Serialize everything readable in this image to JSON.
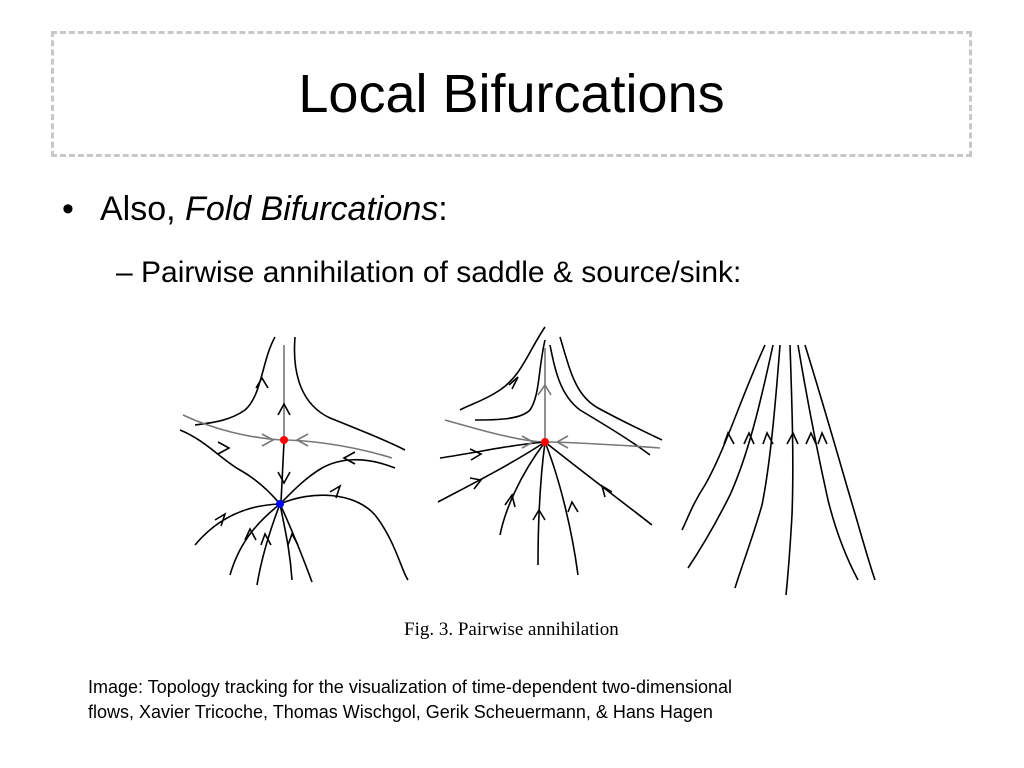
{
  "slide": {
    "title": "Local Bifurcations",
    "bullet1": {
      "marker": "•",
      "prefix": "Also, ",
      "emphasis": "Fold Bifurcations",
      "suffix": ":"
    },
    "bullet2": {
      "text": "– Pairwise annihilation of saddle & source/sink:"
    }
  },
  "figure": {
    "caption": "Fig. 3. Pairwise annihilation",
    "colors": {
      "stroke": "#000000",
      "separatrix": "#777777",
      "saddle": "#ff0000",
      "sink": "#0000ff"
    }
  },
  "credit": {
    "line1": "Image: Topology tracking for the visualization of time-dependent two-dimensional",
    "line2": "flows, Xavier Tricoche, Thomas Wischgol, Gerik Scheuermann, & Hans Hagen"
  }
}
